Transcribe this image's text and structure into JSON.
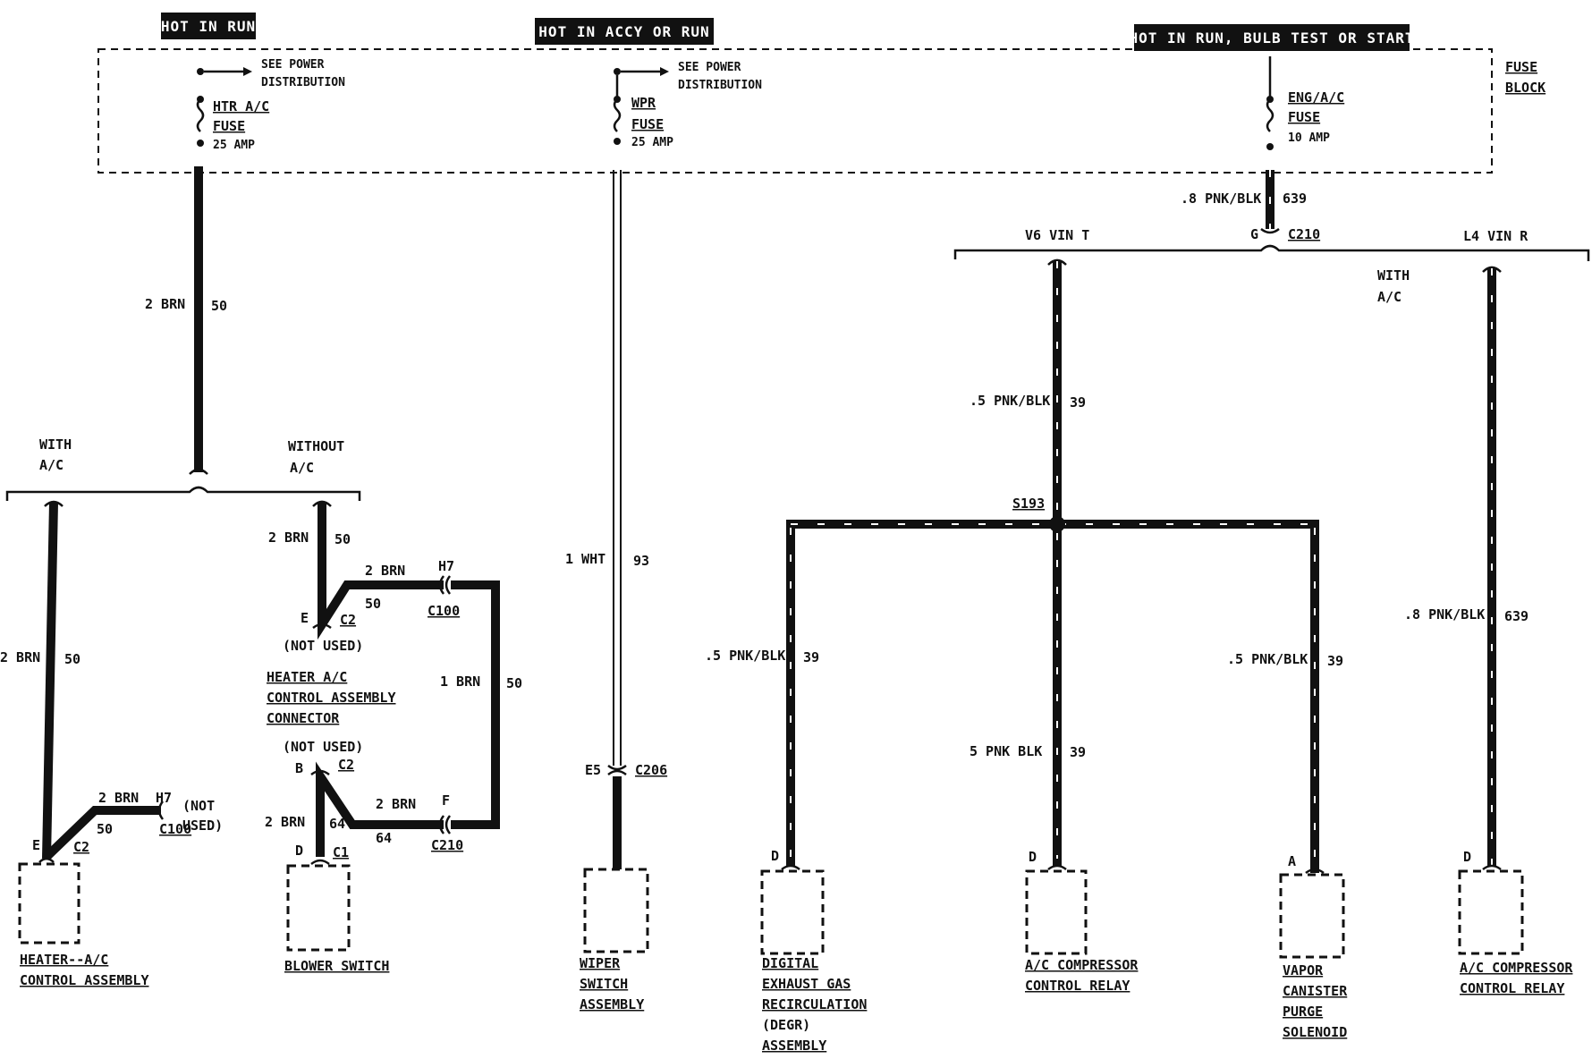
{
  "power_labels": {
    "hot_in_run": "HOT IN RUN",
    "hot_accy_run": "HOT IN ACCY OR RUN",
    "hot_run_bulb_start": "HOT IN RUN, BULB TEST OR START"
  },
  "fuse_block": {
    "line1": "FUSE",
    "line2": "BLOCK"
  },
  "see_power": {
    "line1": "SEE POWER",
    "line2": "DISTRIBUTION"
  },
  "fuses": {
    "htr": {
      "name": "HTR A/C",
      "fuse": "FUSE",
      "amp": "25 AMP"
    },
    "wpr": {
      "name": "WPR",
      "fuse": "FUSE",
      "amp": "25 AMP"
    },
    "eng": {
      "name": "ENG/A/C",
      "fuse": "FUSE",
      "amp": "10 AMP"
    }
  },
  "wires": {
    "brn_2": "2 BRN",
    "brn_1": "1 BRN",
    "wht_1": "1 WHT",
    "pnk_blk_8": ".8 PNK/BLK",
    "pnk_blk_5": ".5 PNK/BLK",
    "pnk_blk_5_alt": "5 PNK BLK",
    "c50": "50",
    "c64": "64",
    "c93": "93",
    "c39": "39",
    "c639": "639"
  },
  "options": {
    "with": "WITH",
    "without": "WITHOUT",
    "ac": "A/C",
    "v6": "V6 VIN T",
    "l4": "L4 VIN R"
  },
  "connectors": {
    "c2": "C2",
    "c1": "C1",
    "c100": "C100",
    "c210": "C210",
    "c206": "C206",
    "s193": "S193",
    "h7": "H7",
    "e": "E",
    "b": "B",
    "d": "D",
    "a": "A",
    "f": "F",
    "g": "G",
    "e5": "E5",
    "not_used": "(NOT USED)",
    "not_used_a": "(NOT",
    "not_used_b": "USED)"
  },
  "components": {
    "heater_ac_line1": "HEATER--A/C",
    "heater_ac_line2": "CONTROL ASSEMBLY",
    "heater_conn_line1": "HEATER  A/C",
    "heater_conn_line2": "CONTROL ASSEMBLY",
    "heater_conn_line3": "CONNECTOR",
    "blower": "BLOWER SWITCH",
    "wiper_line1": "WIPER",
    "wiper_line2": "SWITCH",
    "wiper_line3": "ASSEMBLY",
    "degr_line1": "DIGITAL",
    "degr_line2": "EXHAUST GAS",
    "degr_line3": "RECIRCULATION",
    "degr_line4": "(DEGR)",
    "degr_line5": "ASSEMBLY",
    "acc_line1": "A/C COMPRESSOR",
    "acc_line2": "CONTROL RELAY",
    "vapor_line1": "VAPOR",
    "vapor_line2": "CANISTER",
    "vapor_line3": "PURGE",
    "vapor_line4": "SOLENOID"
  }
}
